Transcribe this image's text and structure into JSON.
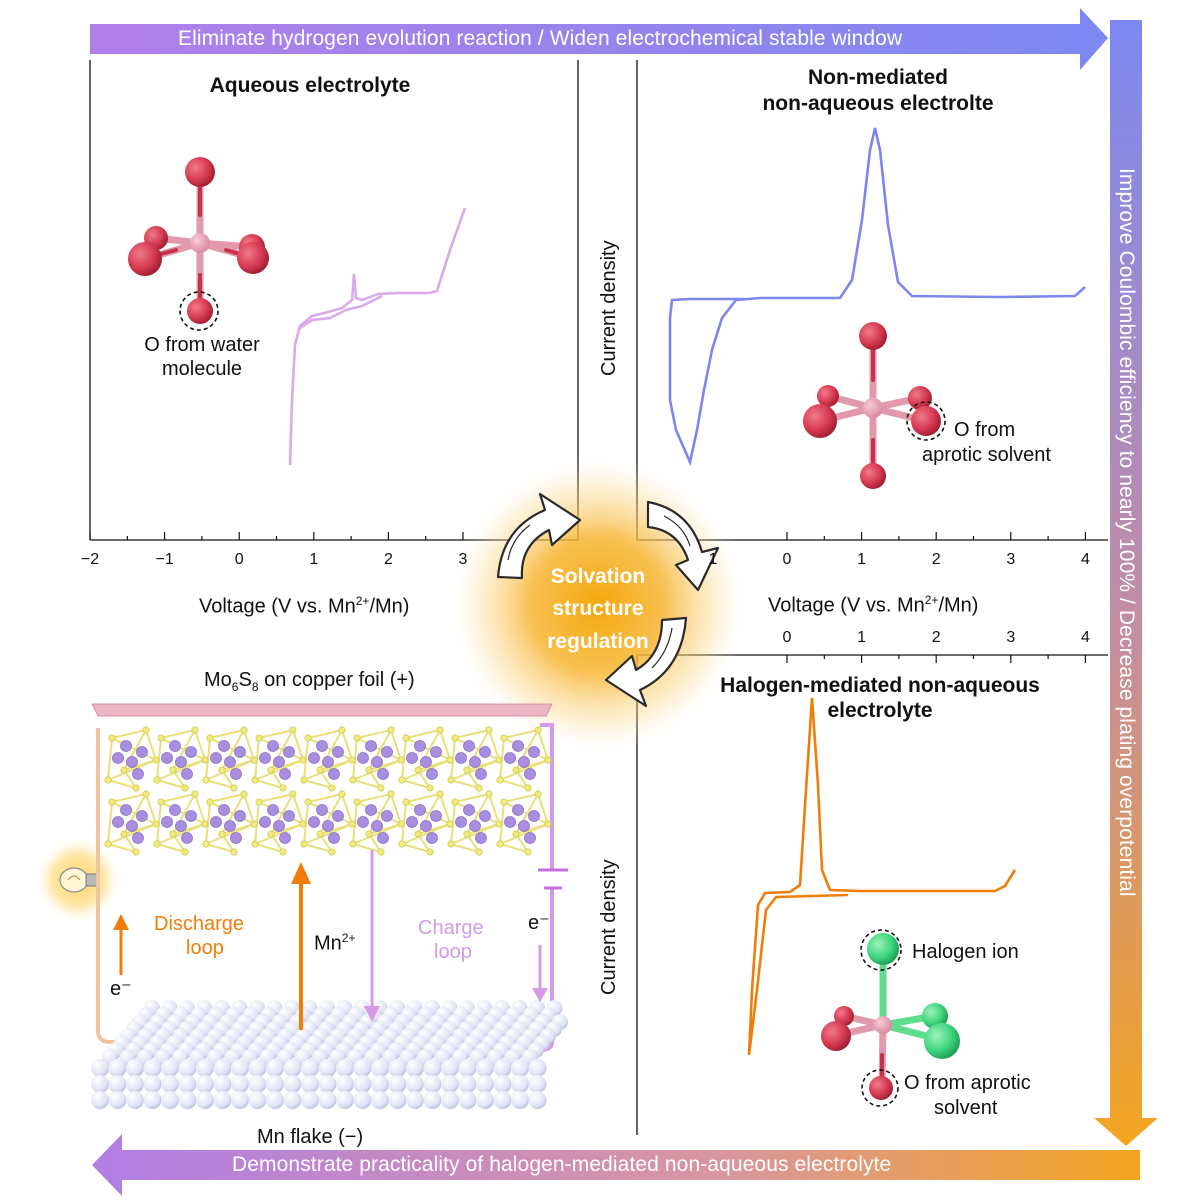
{
  "banners": {
    "top": "Eliminate hydrogen evolution reaction / Widen electrochemical stable window",
    "right": "Improve Coulombic efficiency to nearly 100% / Decrease plating overpotential",
    "bottom": "Demonstrate practicality of halogen-mediated non-aqueous electrolyte"
  },
  "colors": {
    "purple": "#b07ee6",
    "blue": "#7a86f0",
    "orange": "#f0a020",
    "aqueous_curve": "#d9a9ee",
    "nonmediated_curve": "#7d86ee",
    "halogen_curve": "#f07d0a",
    "oxygen": "#d63a52",
    "halogen": "#3ed67e",
    "manganese": "#e7a0b4"
  },
  "panels": {
    "aqueous": {
      "title": "Aqueous electrolyte",
      "annotation": "O from water molecule",
      "annotation_lines": [
        "O from water",
        "molecule"
      ]
    },
    "nonmediated": {
      "title_lines": [
        "Non-mediated",
        "non-aqueous electrolte"
      ],
      "annotation_lines": [
        "O from",
        "aprotic solvent"
      ],
      "ylabel": "Current density"
    },
    "halogen": {
      "title_lines": [
        "Halogen-mediated non-aqueous",
        "electrolyte"
      ],
      "halogen_label": "Halogen ion",
      "annotation_lines": [
        "O from aprotic",
        "solvent"
      ],
      "ylabel": "Current density"
    }
  },
  "axes": {
    "left_ticks": [
      "−2",
      "−1",
      "0",
      "1",
      "2",
      "3"
    ],
    "right_ticks": [
      "0",
      "1",
      "2",
      "3",
      "4"
    ],
    "right_ticks_partial": [
      "1"
    ],
    "xlabel_prefix": "Voltage (V vs. Mn",
    "xlabel_sup": "2+",
    "xlabel_suffix": "/Mn)"
  },
  "center": {
    "lines": [
      "Solvation",
      "structure",
      "regulation"
    ]
  },
  "battery": {
    "cathode_prefix": "Mo",
    "cathode_sub1": "6",
    "cathode_mid": "S",
    "cathode_sub2": "8",
    "cathode_suffix": " on copper foil (+)",
    "anode_label": "Mn flake (−)",
    "discharge_lines": [
      "Discharge",
      "loop"
    ],
    "charge_lines": [
      "Charge",
      "loop"
    ],
    "ion_label": "Mn",
    "ion_sup": "2+",
    "electron_label": "e⁻"
  }
}
